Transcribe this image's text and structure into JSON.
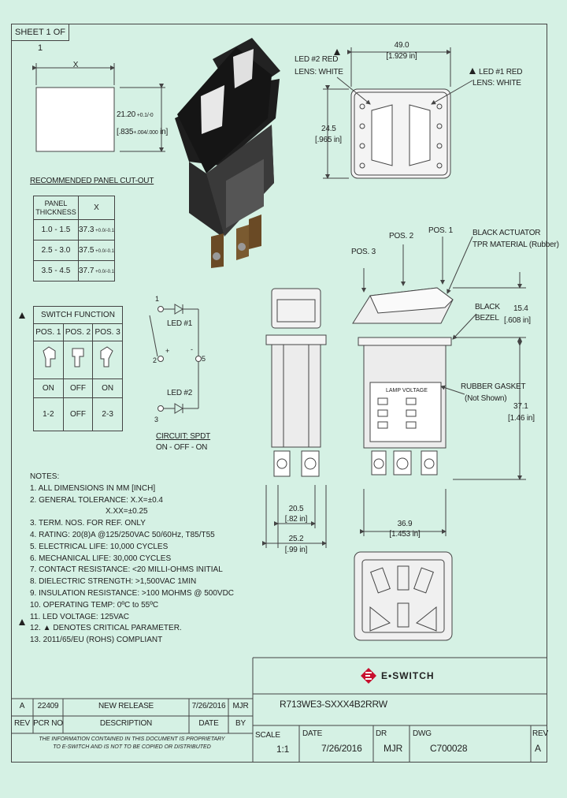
{
  "sheet": "SHEET 1 OF 1",
  "cutout": {
    "x_label": "X",
    "height_dim": "21.20",
    "height_tol_plus": "+0.1",
    "height_tol_minus": "-0",
    "height_in": ".835",
    "height_in_tol_plus": "+.004",
    "height_in_tol_minus": ".000",
    "height_in_unit": "in",
    "caption": "RECOMMENDED PANEL CUT-OUT"
  },
  "panel_table": {
    "header": [
      "PANEL THICKNESS",
      "X"
    ],
    "rows": [
      {
        "thickness": "1.0 - 1.5",
        "x": "37.3",
        "plus": "+0.0",
        "minus": "-0.1"
      },
      {
        "thickness": "2.5 - 3.0",
        "x": "37.5",
        "plus": "+0.0",
        "minus": "-0.1"
      },
      {
        "thickness": "3.5 - 4.5",
        "x": "37.7",
        "plus": "+0.0",
        "minus": "-0.1"
      }
    ]
  },
  "switch_function": {
    "title": "SWITCH FUNCTION",
    "headers": [
      "POS. 1",
      "POS. 2",
      "POS. 3"
    ],
    "states": [
      "ON",
      "OFF",
      "ON"
    ],
    "contacts": [
      "1-2",
      "OFF",
      "2-3"
    ]
  },
  "circuit": {
    "led1": "LED #1",
    "led2": "LED #2",
    "pin1": "1",
    "pin2": "2",
    "pin3": "3",
    "pin5": "5",
    "plus": "+",
    "minus": "-",
    "caption_1": "CIRCUIT: SPDT",
    "caption_2": "ON - OFF - ON"
  },
  "top_view": {
    "led2_label_1": "LED #2 RED",
    "led2_label_2": "LENS: WHITE",
    "led1_label_1": "LED #1 RED",
    "led1_label_2": "LENS: WHITE",
    "width_dim": "49.0",
    "width_in": "[1.929 in]",
    "height_dim": "24.5",
    "height_in": "[.965 in]"
  },
  "side_view": {
    "pos1": "POS. 1",
    "pos2": "POS. 2",
    "pos3": "POS. 3",
    "actuator_1": "BLACK ACTUATOR",
    "actuator_2": "TPR MATERIAL (Rubber)",
    "bezel_1": "BLACK",
    "bezel_2": "BEZEL",
    "bezel_dim": "15.4",
    "bezel_in": "[.608 in]",
    "gasket_1": "RUBBER GASKET",
    "gasket_2": "(Not Shown)",
    "body_dim": "37.1",
    "body_in": "[1.46 in]",
    "lamp_voltage": "LAMP VOLTAGE",
    "width_dim": "36.9",
    "width_in": "[1.453 in]"
  },
  "front_view": {
    "dim1": "20.5",
    "dim1_in": "[.82 in]",
    "dim2": "25.2",
    "dim2_in": "[.99 in]"
  },
  "notes": {
    "title": "NOTES:",
    "items": [
      "1. ALL DIMENSIONS IN MM [INCH]",
      "2. GENERAL TOLERANCE: X.X=±0.4",
      "X.XX=±0.25",
      "3. TERM. NOS. FOR REF. ONLY",
      "4. RATING: 20(8)A @125/250VAC 50/60Hz, T85/T55",
      "5. ELECTRICAL LIFE: 10,000 CYCLES",
      "6. MECHANICAL LIFE: 30,000 CYCLES",
      "7. CONTACT RESISTANCE: <20 MILLI-OHMS INITIAL",
      "8. DIELECTRIC STRENGTH: >1,500VAC 1MIN",
      "9. INSULATION RESISTANCE: >100 MOHMS @ 500VDC",
      "10. OPERATING TEMP: 0ºC to 55ºC",
      "11. LED VOLTAGE: 125VAC",
      "12. ▲ DENOTES CRITICAL PARAMETER.",
      "13. 2011/65/EU (ROHS) COMPLIANT"
    ]
  },
  "title_block": {
    "brand": "E•SWITCH",
    "part_number": "R713WE3-SXXX4B2RRW",
    "revision": {
      "rev": "A",
      "pcr": "22409",
      "description": "NEW RELEASE",
      "date": "7/26/2016",
      "by": "MJR"
    },
    "rev_headers": [
      "REV",
      "PCR NO",
      "DESCRIPTION",
      "DATE",
      "BY"
    ],
    "disclaimer_1": "THE INFORMATION CONTAINED IN THIS DOCUMENT IS PROPRIETARY",
    "disclaimer_2": "TO E-SWITCH AND IS NOT TO BE COPIED OR DISTRIBUTED",
    "scale_label": "SCALE",
    "scale": "1:1",
    "date_label": "DATE",
    "date": "7/26/2016",
    "dr_label": "DR",
    "dr": "MJR",
    "dwg_label": "DWG",
    "dwg": "C700028",
    "rev_label": "REV",
    "rev": "A"
  },
  "colors": {
    "background": "#d5f1e4",
    "brand_red": "#c8102e",
    "line": "#444444"
  }
}
